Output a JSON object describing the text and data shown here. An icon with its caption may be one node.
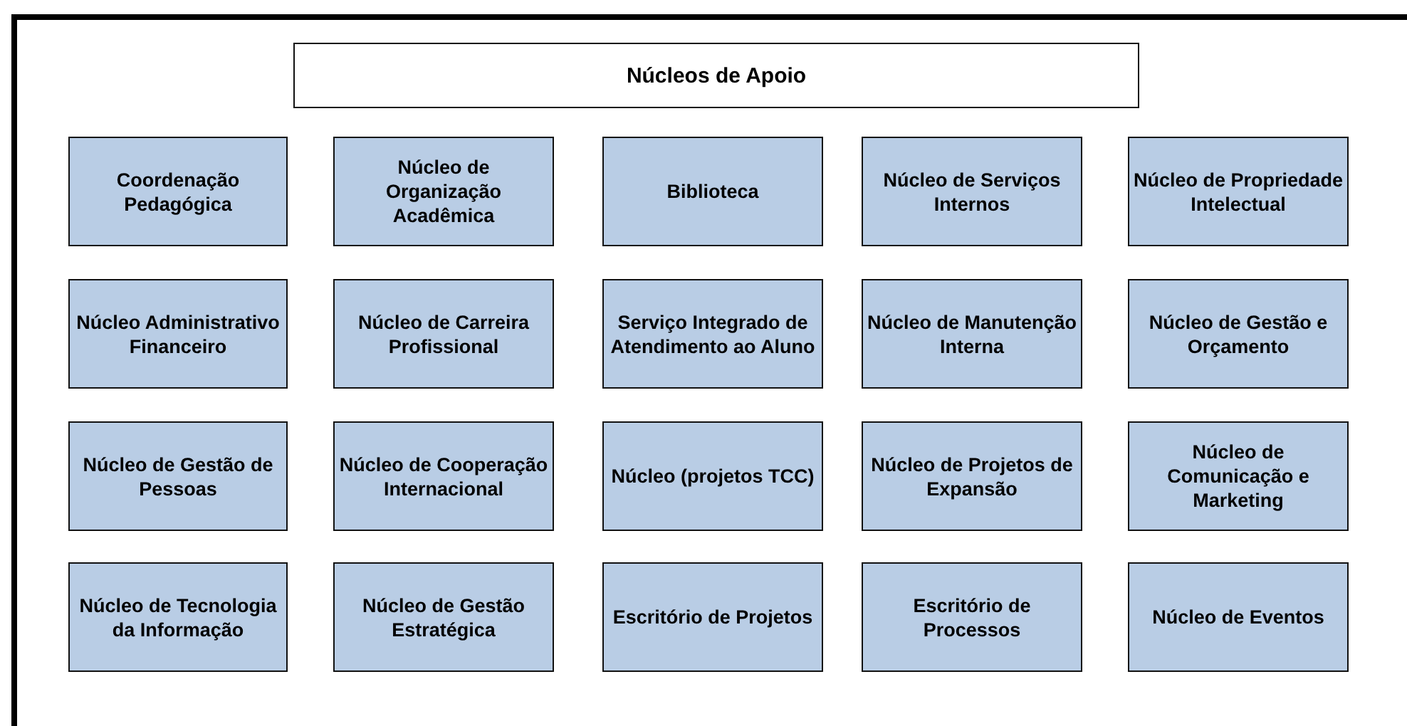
{
  "diagram": {
    "nodes": [
      {
        "text": [
          "Núcleos de Apoio"
        ]
      },
      {
        "text": [
          "Coordenação Pedagógica"
        ]
      },
      {
        "text": [
          "Núcleo de Organização Acadêmica"
        ]
      },
      {
        "text": [
          "Biblioteca"
        ]
      },
      {
        "text": [
          "Núcleo de Serviços Internos"
        ]
      },
      {
        "text": [
          "Núcleo de Propriedade Intelectual"
        ]
      },
      {
        "text": [
          "Núcleo Administrativo Financeiro"
        ]
      },
      {
        "text": [
          "Núcleo de Carreira Profissional"
        ]
      },
      {
        "text": [
          "Serviço Integrado de Atendimento ao Aluno"
        ]
      },
      {
        "text": [
          "Núcleo de Manutenção Interna"
        ]
      },
      {
        "text": [
          "Núcleo de Gestão e Orçamento"
        ]
      },
      {
        "text": [
          "Núcleo de Gestão de Pessoas"
        ]
      },
      {
        "text": [
          "Núcleo de Cooperação Internacional"
        ]
      },
      {
        "text": [
          "Núcleo (projetos TCC)"
        ]
      },
      {
        "text": [
          "Núcleo de Projetos de Expansão"
        ]
      },
      {
        "text": [
          "Núcleo de Comunicação e Marketing"
        ]
      },
      {
        "text": [
          "Núcleo de Tecnologia da Informação"
        ]
      },
      {
        "text": [
          "Núcleo de Gestão Estratégica"
        ]
      },
      {
        "text": [
          "Escritório de Projetos"
        ]
      },
      {
        "text": [
          "Escritório de Processos"
        ]
      },
      {
        "text": [
          "Núcleo de Eventos"
        ]
      }
    ]
  }
}
